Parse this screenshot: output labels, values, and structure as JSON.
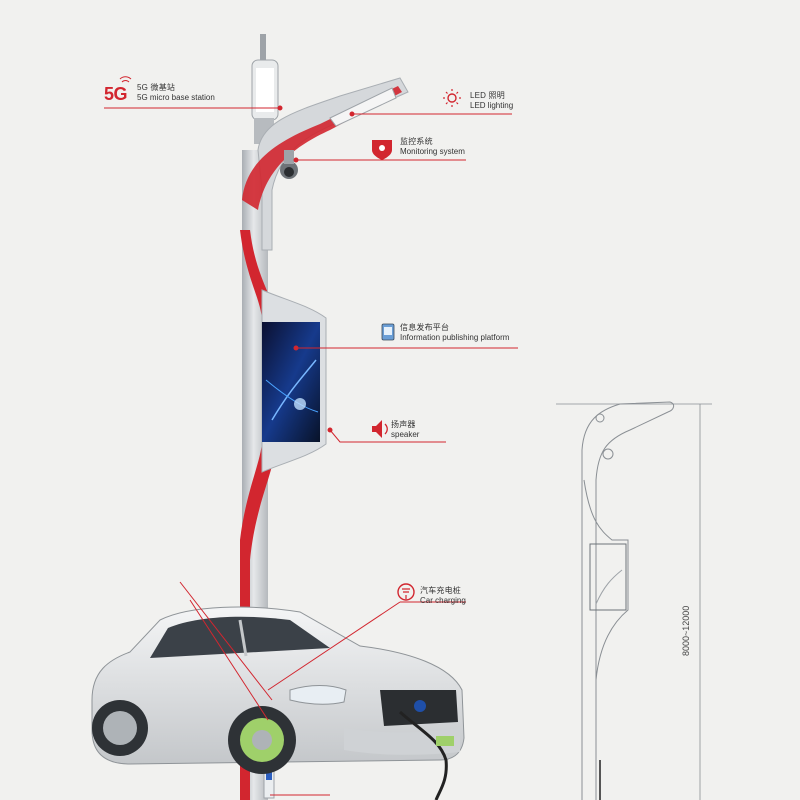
{
  "callouts": {
    "base_station": {
      "icon_text": "5G",
      "cn": "5G 微基站",
      "en": "5G micro base station"
    },
    "led": {
      "cn": "LED 照明",
      "en": "LED lighting"
    },
    "monitoring": {
      "cn": "监控系统",
      "en": "Monitoring system"
    },
    "info_platform": {
      "cn": "信息发布平台",
      "en": "Information publishing platform"
    },
    "speaker": {
      "cn": "扬声器",
      "en": "speaker"
    },
    "car_charging": {
      "cn": "汽车充电桩",
      "en": "Car charging"
    }
  },
  "dimension": {
    "label": "8000~12000"
  },
  "colors": {
    "accent": "#d2262f",
    "pole": "#c9cdd1",
    "background": "#f1f1ef"
  },
  "icons": [
    "5g-signal-icon",
    "sun-icon",
    "camera-icon",
    "screen-icon",
    "speaker-icon",
    "charging-icon"
  ]
}
